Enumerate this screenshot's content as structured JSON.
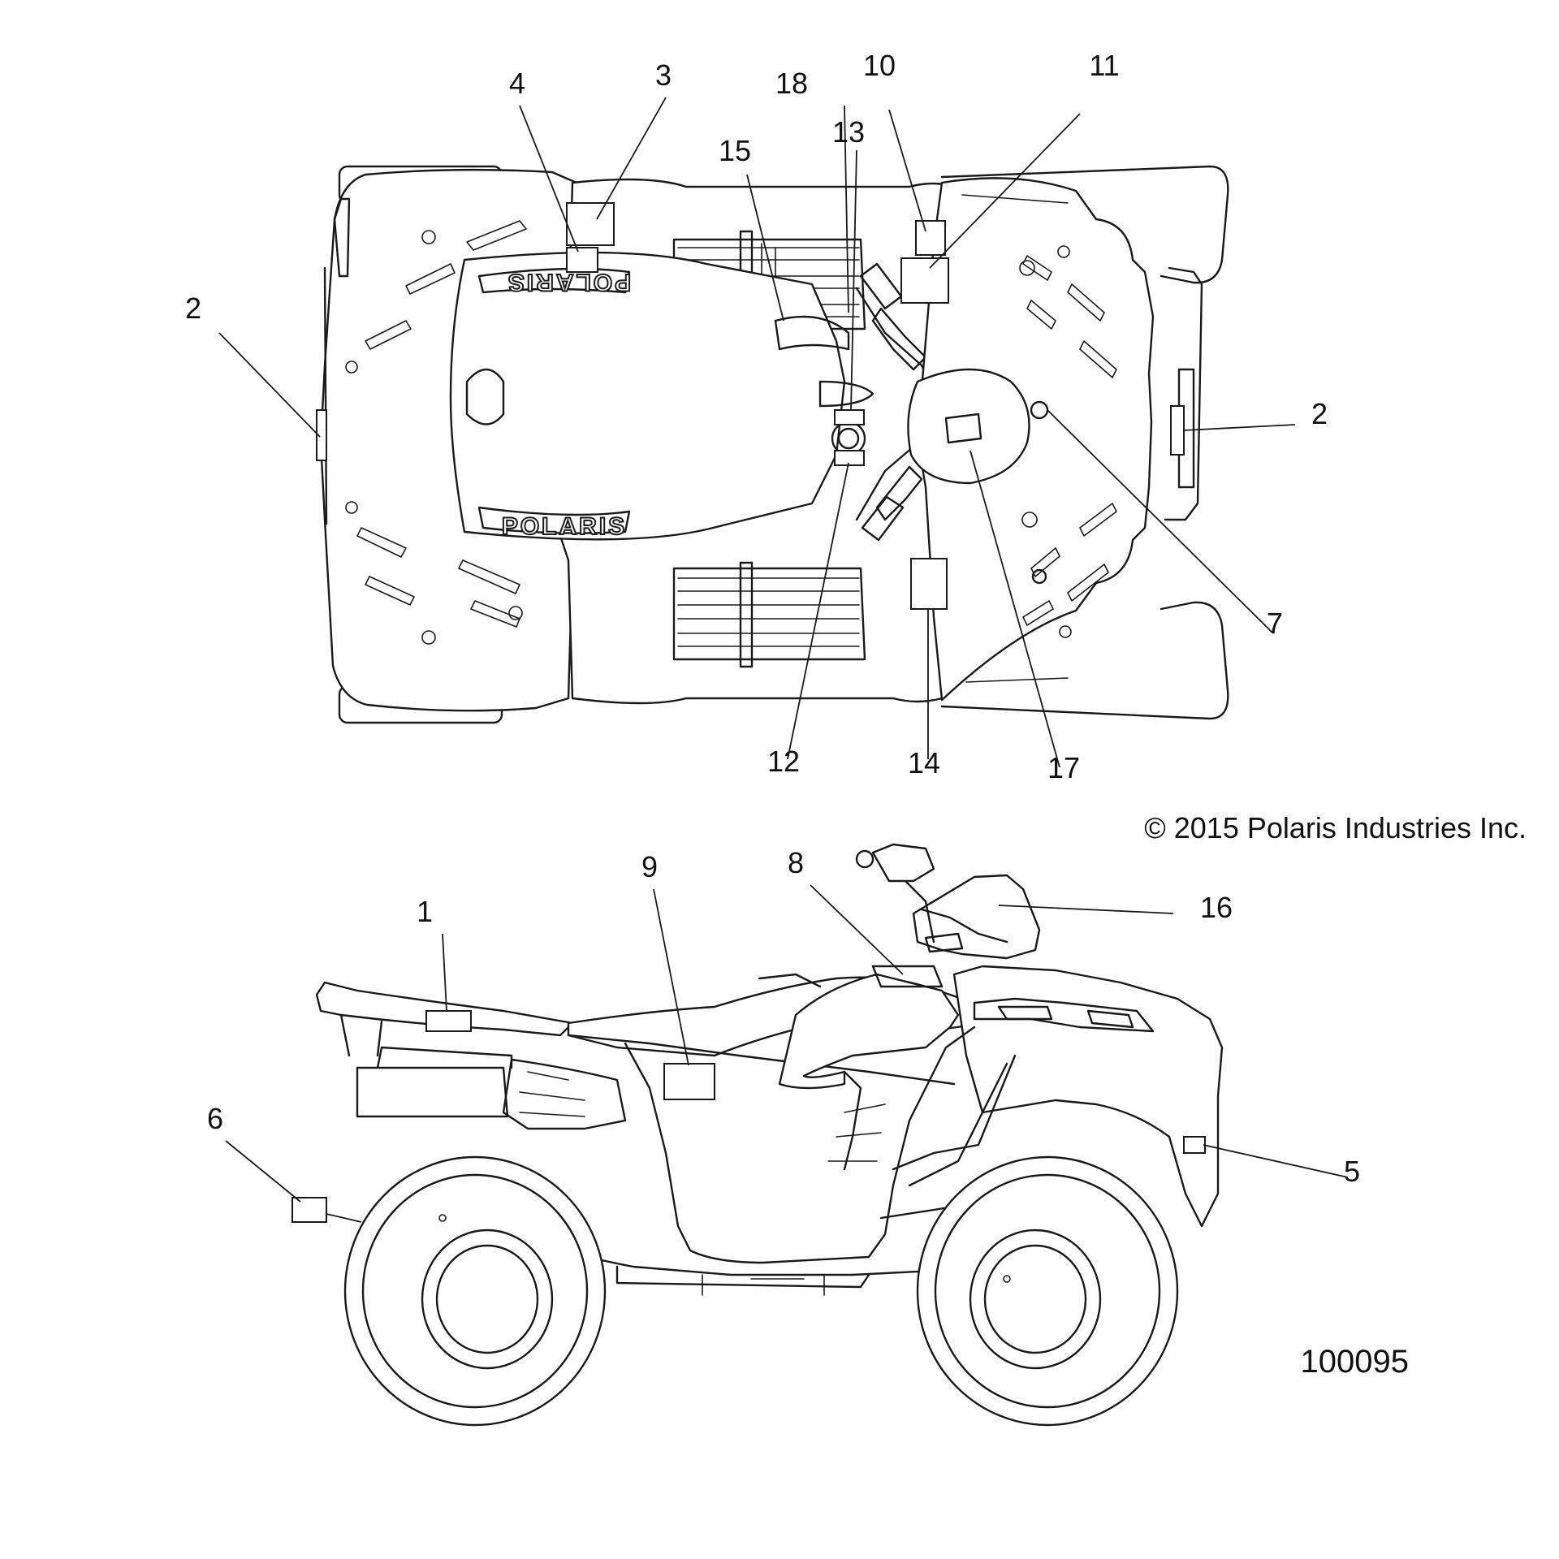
{
  "callouts": [
    {
      "id": "c1",
      "label": "1"
    },
    {
      "id": "c2a",
      "label": "2"
    },
    {
      "id": "c2b",
      "label": "2"
    },
    {
      "id": "c3",
      "label": "3"
    },
    {
      "id": "c4",
      "label": "4"
    },
    {
      "id": "c5",
      "label": "5"
    },
    {
      "id": "c6",
      "label": "6"
    },
    {
      "id": "c7",
      "label": "7"
    },
    {
      "id": "c8",
      "label": "8"
    },
    {
      "id": "c9",
      "label": "9"
    },
    {
      "id": "c10",
      "label": "10"
    },
    {
      "id": "c11",
      "label": "11"
    },
    {
      "id": "c12",
      "label": "12"
    },
    {
      "id": "c13",
      "label": "13"
    },
    {
      "id": "c14",
      "label": "14"
    },
    {
      "id": "c15",
      "label": "15"
    },
    {
      "id": "c16",
      "label": "16"
    },
    {
      "id": "c17",
      "label": "17"
    },
    {
      "id": "c18",
      "label": "18"
    }
  ],
  "copyright": "© 2015 Polaris Industries Inc.",
  "figure_number": "100095",
  "brand_text": "POLARIS"
}
